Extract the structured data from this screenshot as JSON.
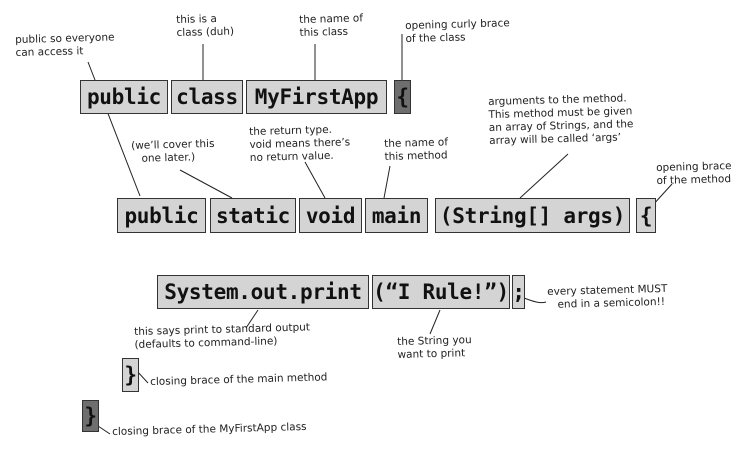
{
  "code": {
    "line1": {
      "public": "public",
      "class": "class",
      "name": "MyFirstApp",
      "brace": "{"
    },
    "line2": {
      "public": "public",
      "static": "static",
      "void": "void",
      "main": "main",
      "args": "(String[] args)",
      "brace": "{"
    },
    "line3": {
      "call": "System.out.print",
      "arg": "(“I Rule!”)",
      "semicolon": ";"
    },
    "method_close": "}",
    "class_close": "}"
  },
  "notes": {
    "public_access": "public so everyone\ncan access it",
    "class_kw": "this is a\nclass (duh)",
    "class_name": "the name of\nthis class",
    "class_brace": "opening curly brace\nof the class",
    "cover_later": "(we’ll cover this\n   one later.)",
    "return_type": "the return type.\nvoid means there’s\nno return value.",
    "method_name": "the name of\nthis method",
    "arguments": "arguments to the method.\nThis method must be given\nan array of Strings, and the\narray will be called ‘args’",
    "method_brace": "opening brace\nof the method",
    "print_desc": "this says print to standard output\n(defaults to command-line)",
    "string_desc": "the String you\nwant to print",
    "semicolon_note": "every statement MUST\n   end in a semicolon!!",
    "close_main": "closing brace of the main method",
    "close_class": "closing brace of the MyFirstApp class"
  }
}
